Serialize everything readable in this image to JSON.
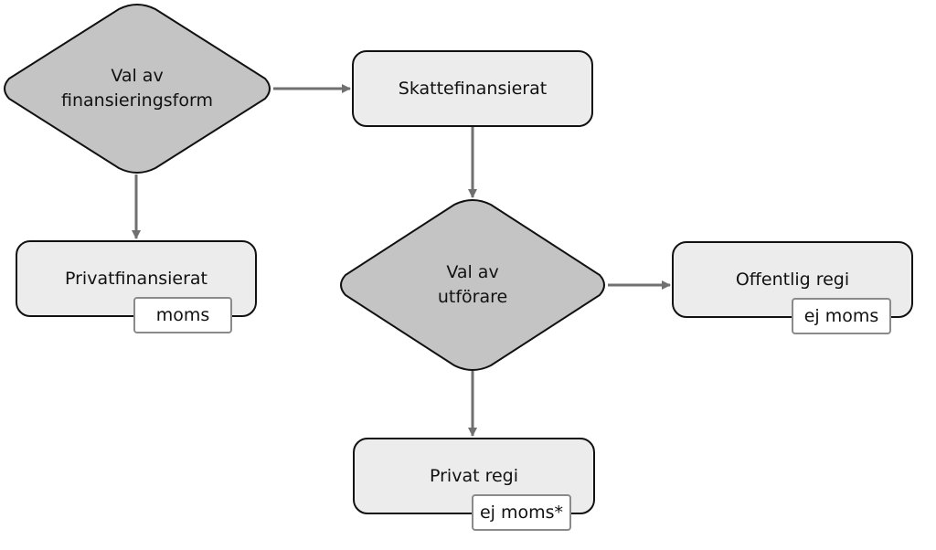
{
  "decision_financing": {
    "line1": "Val av",
    "line2": "finansieringsform"
  },
  "node_tax_financed": {
    "label": "Skattefinansierat"
  },
  "node_private_financed": {
    "label": "Privatfinansierat",
    "tag": "moms"
  },
  "decision_provider": {
    "line1": "Val av",
    "line2": "utförare"
  },
  "node_public": {
    "label": "Offentlig regi",
    "tag": "ej moms"
  },
  "node_private": {
    "label": "Privat regi",
    "tag": "ej moms*"
  },
  "colors": {
    "diamond_fill": "#c4c4c4",
    "box_fill": "#ececec",
    "outline": "#111111",
    "arrow": "#707070",
    "tag_border": "#8a8a8a"
  }
}
